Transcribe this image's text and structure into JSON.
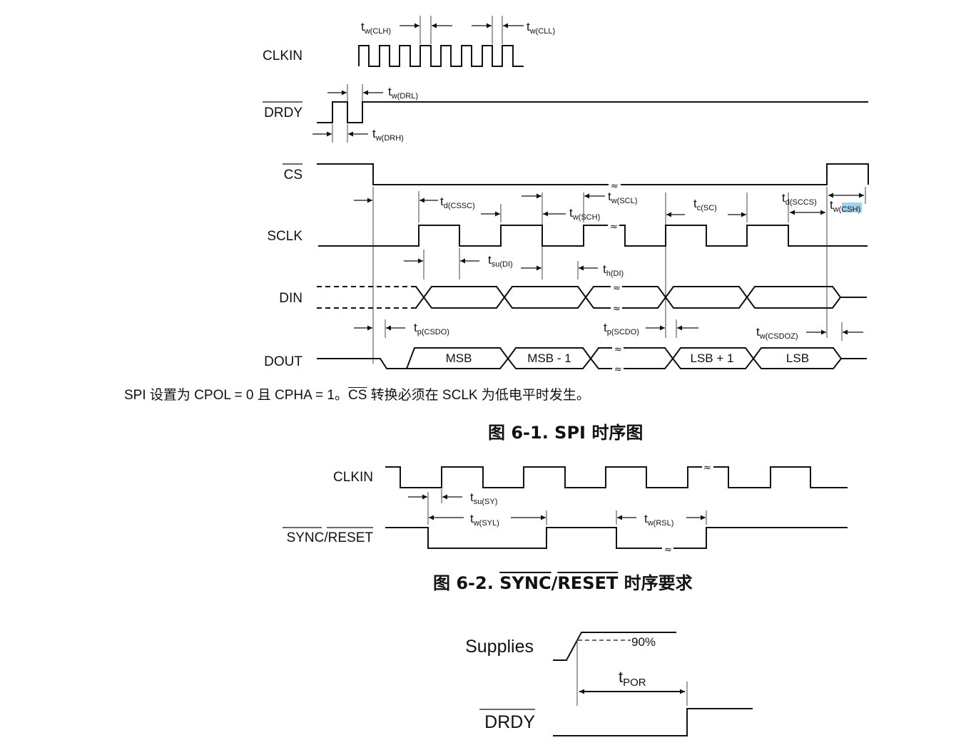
{
  "figure1": {
    "caption": "图 6-1. SPI 时序图",
    "signals": {
      "clkin": "CLKIN",
      "drdy": "DRDY",
      "cs": "CS",
      "sclk": "SCLK",
      "din": "DIN",
      "dout": "DOUT"
    },
    "timing": {
      "tw_clh": {
        "t": "t",
        "sub": "w(CLH)"
      },
      "tw_cll": {
        "t": "t",
        "sub": "w(CLL)"
      },
      "tw_drl": {
        "t": "t",
        "sub": "w(DRL)"
      },
      "tw_drh": {
        "t": "t",
        "sub": "w(DRH)"
      },
      "td_cssc": {
        "t": "t",
        "sub": "d(CSSC)"
      },
      "tw_scl": {
        "t": "t",
        "sub": "w(SCL)"
      },
      "tw_sch": {
        "t": "t",
        "sub": "w(SCH)"
      },
      "tc_sc": {
        "t": "t",
        "sub": "c(SC)"
      },
      "td_sccs": {
        "t": "t",
        "sub": "d(SCCS)"
      },
      "tw_csh": {
        "t": "t",
        "sub_pre": "w(",
        "sub_hl": "CSH",
        "sub_post": ")"
      },
      "tsu_di": {
        "t": "t",
        "sub": "su(DI)"
      },
      "th_di": {
        "t": "t",
        "sub": "h(DI)"
      },
      "tp_csdo": {
        "t": "t",
        "sub": "p(CSDO)"
      },
      "tp_scdo": {
        "t": "t",
        "sub": "p(SCDO)"
      },
      "tw_csdoz": {
        "t": "t",
        "sub": "w(CSDOZ)"
      }
    },
    "dout_bits": [
      "MSB",
      "MSB - 1",
      "LSB + 1",
      "LSB"
    ],
    "note_pre": "SPI 设置为 CPOL = 0 且 CPHA = 1。",
    "note_cs": "CS",
    "note_post": " 转换必须在 SCLK 为低电平时发生。"
  },
  "figure2": {
    "caption_pre": "图 6-2. ",
    "caption_sync": "SYNC",
    "caption_slash": "/",
    "caption_reset": "RESET",
    "caption_post": " 时序要求",
    "signals": {
      "clkin": "CLKIN",
      "sync": "SYNC",
      "slash": "/",
      "reset": "RESET"
    },
    "timing": {
      "tsu_sy": {
        "t": "t",
        "sub": "su(SY)"
      },
      "tw_syl": {
        "t": "t",
        "sub": "w(SYL)"
      },
      "tw_rsl": {
        "t": "t",
        "sub": "w(RSL)"
      }
    }
  },
  "figure3": {
    "signals": {
      "supplies": "Supplies",
      "drdy": "DRDY"
    },
    "level": "90%",
    "tpor": {
      "t": "t",
      "sub": "POR"
    }
  },
  "break_mark": "≈"
}
